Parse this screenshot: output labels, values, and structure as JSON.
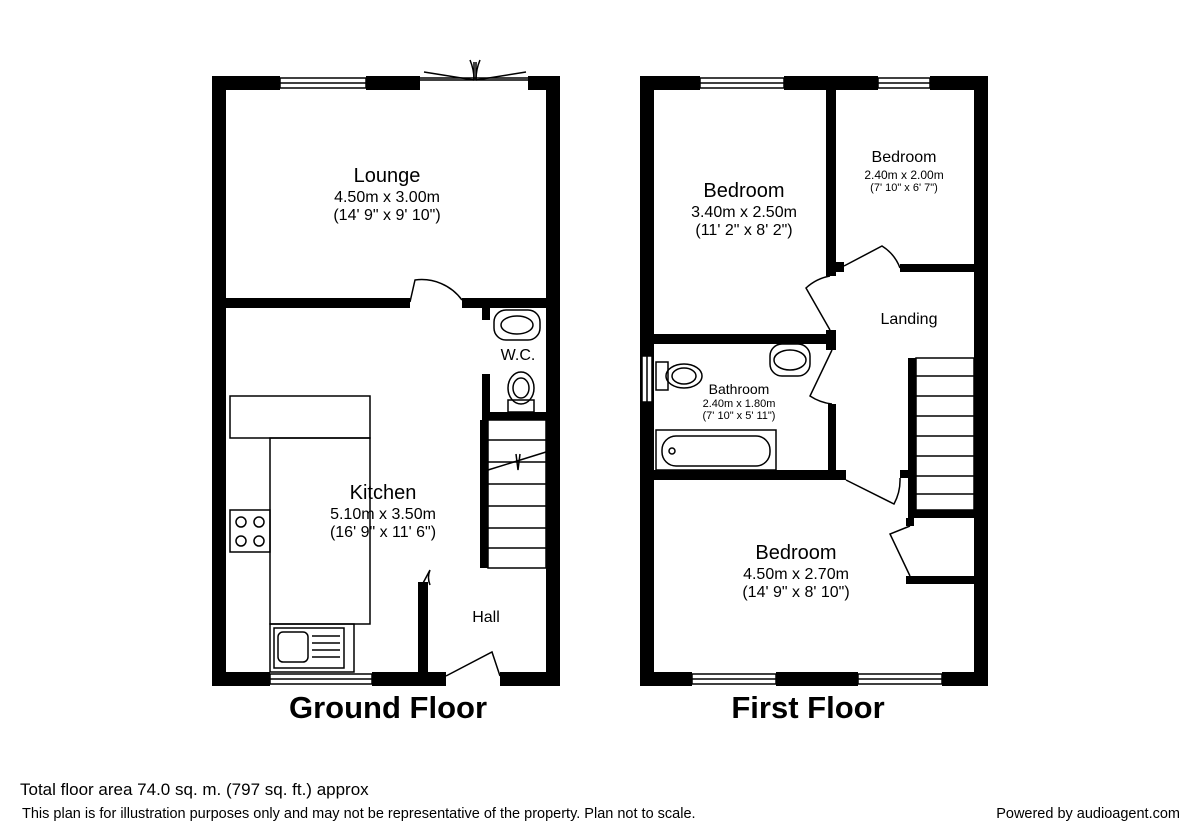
{
  "floors": [
    {
      "title": "Ground Floor",
      "rooms": [
        {
          "name": "Lounge",
          "metric": "4.50m x 3.00m",
          "imperial": "(14' 9\" x 9' 10\")"
        },
        {
          "name": "W.C."
        },
        {
          "name": "Kitchen",
          "metric": "5.10m x 3.50m",
          "imperial": "(16' 9\" x 11' 6\")"
        },
        {
          "name": "Hall"
        }
      ]
    },
    {
      "title": "First Floor",
      "rooms": [
        {
          "name": "Bedroom",
          "metric": "3.40m x 2.50m",
          "imperial": "(11' 2\" x 8' 2\")"
        },
        {
          "name": "Bedroom",
          "metric": "2.40m x 2.00m",
          "imperial": "(7' 10\" x 6' 7\")"
        },
        {
          "name": "Landing"
        },
        {
          "name": "Bathroom",
          "metric": "2.40m x 1.80m",
          "imperial": "(7' 10\" x 5' 11\")"
        },
        {
          "name": "Bedroom",
          "metric": "4.50m x 2.70m",
          "imperial": "(14' 9\" x 8' 10\")"
        }
      ]
    }
  ],
  "footer": {
    "total_area": "Total floor area 74.0 sq. m. (797 sq. ft.) approx",
    "disclaimer": "This plan is for illustration purposes only and may not be representative of the property. Plan not to scale.",
    "powered_by": "Powered by audioagent.com"
  },
  "colors": {
    "wall": "#000000",
    "fixture": "#000000",
    "background": "#ffffff"
  }
}
